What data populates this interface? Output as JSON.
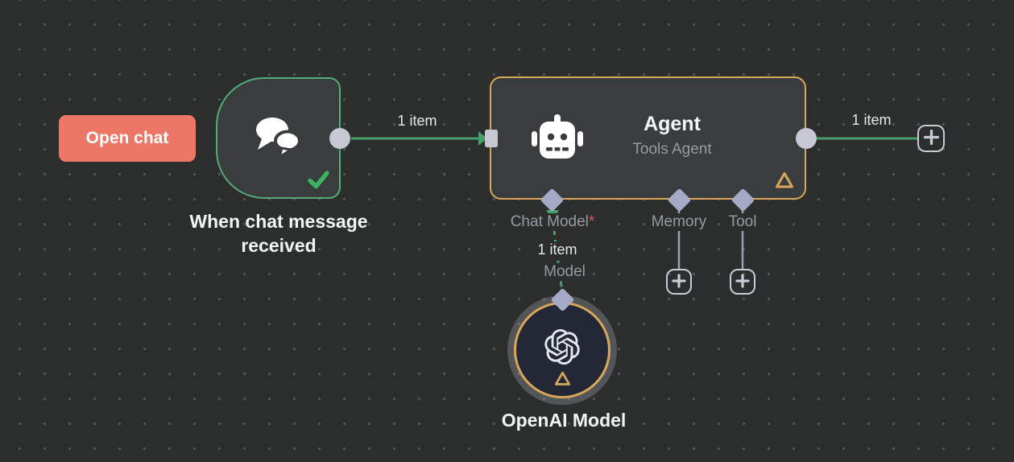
{
  "colors": {
    "canvas_bg": "#2c2d2d",
    "node_bg": "#3a3d3d",
    "trigger_green": "#55ab77",
    "edge_green": "#47a06a",
    "check_green": "#3cb35f",
    "agent_orange": "#d9a75a",
    "coral": "#ed7767",
    "connector_light": "#c6c9d3",
    "diamond_lavender": "#a6aac6",
    "text_primary": "#f2f4f5",
    "text_secondary": "#969aa2",
    "required_red": "#e5564a",
    "openai_bg": "#242836"
  },
  "open_chat_button": {
    "label": "Open chat"
  },
  "trigger_node": {
    "label": "When chat message received"
  },
  "agent_node": {
    "title": "Agent",
    "subtitle": "Tools Agent",
    "ports": {
      "chat_model": "Chat Model",
      "required_marker": "*",
      "memory": "Memory",
      "tool": "Tool"
    }
  },
  "openai_node": {
    "label": "OpenAI Model",
    "port_label": "Model"
  },
  "edges": {
    "trigger_to_agent": "1 item",
    "agent_to_next": "1 item",
    "model_to_agent": "1 item"
  }
}
